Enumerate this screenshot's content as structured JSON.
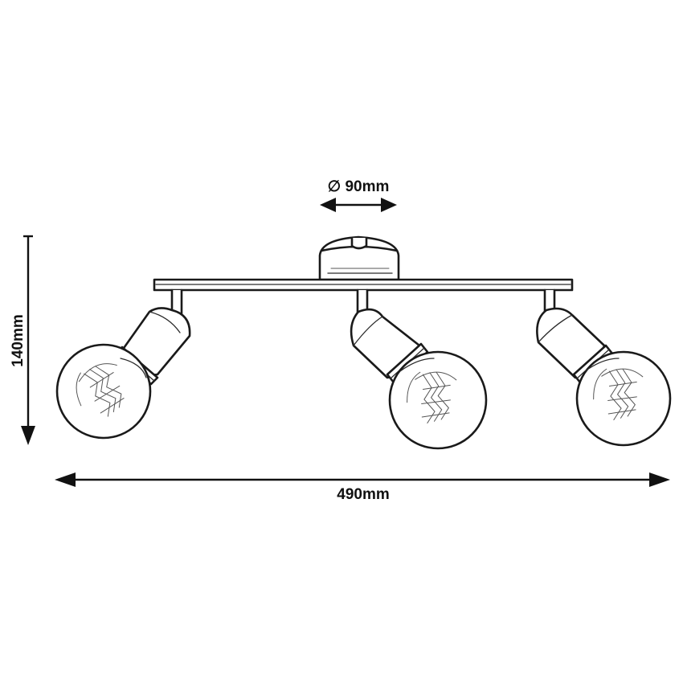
{
  "dimensions": {
    "canopy_diameter": "∅ 90mm",
    "height": "140mm",
    "width": "490mm"
  },
  "spotlights": [
    {
      "id": "left"
    },
    {
      "id": "center"
    },
    {
      "id": "right"
    }
  ]
}
